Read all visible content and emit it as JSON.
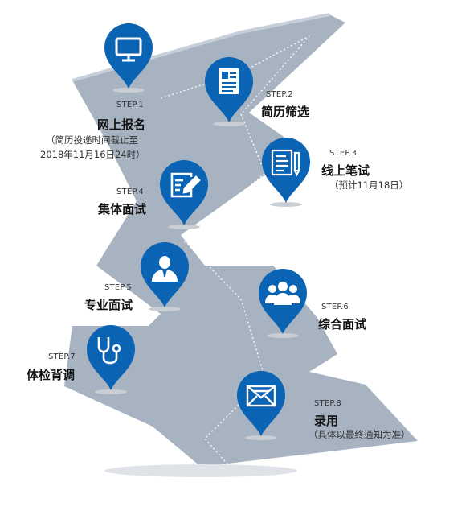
{
  "colors": {
    "road": "#a7b3c1",
    "road_edge": "#c7d0da",
    "pin": "#0b63b4",
    "pin_dark": "#094f91",
    "shadow": "#c9ced4"
  },
  "steps": [
    {
      "step": "STEP.1",
      "title": "网上报名",
      "note1": "（简历投递时间截止至",
      "note2": "2018年11月16日24时）",
      "icon": "monitor-icon"
    },
    {
      "step": "STEP.2",
      "title": "简历筛选",
      "icon": "resume-icon"
    },
    {
      "step": "STEP.3",
      "title": "线上笔试",
      "note1": "（预计11月18日）",
      "icon": "written-test-icon"
    },
    {
      "step": "STEP.4",
      "title": "集体面试",
      "icon": "edit-form-icon"
    },
    {
      "step": "STEP.5",
      "title": "专业面试",
      "icon": "interviewer-icon"
    },
    {
      "step": "STEP.6",
      "title": "综合面试",
      "icon": "group-icon"
    },
    {
      "step": "STEP.7",
      "title": "体检背调",
      "icon": "stethoscope-icon"
    },
    {
      "step": "STEP.8",
      "title": "录用",
      "note1": "（具体以最终通知为准）",
      "icon": "envelope-icon"
    }
  ]
}
